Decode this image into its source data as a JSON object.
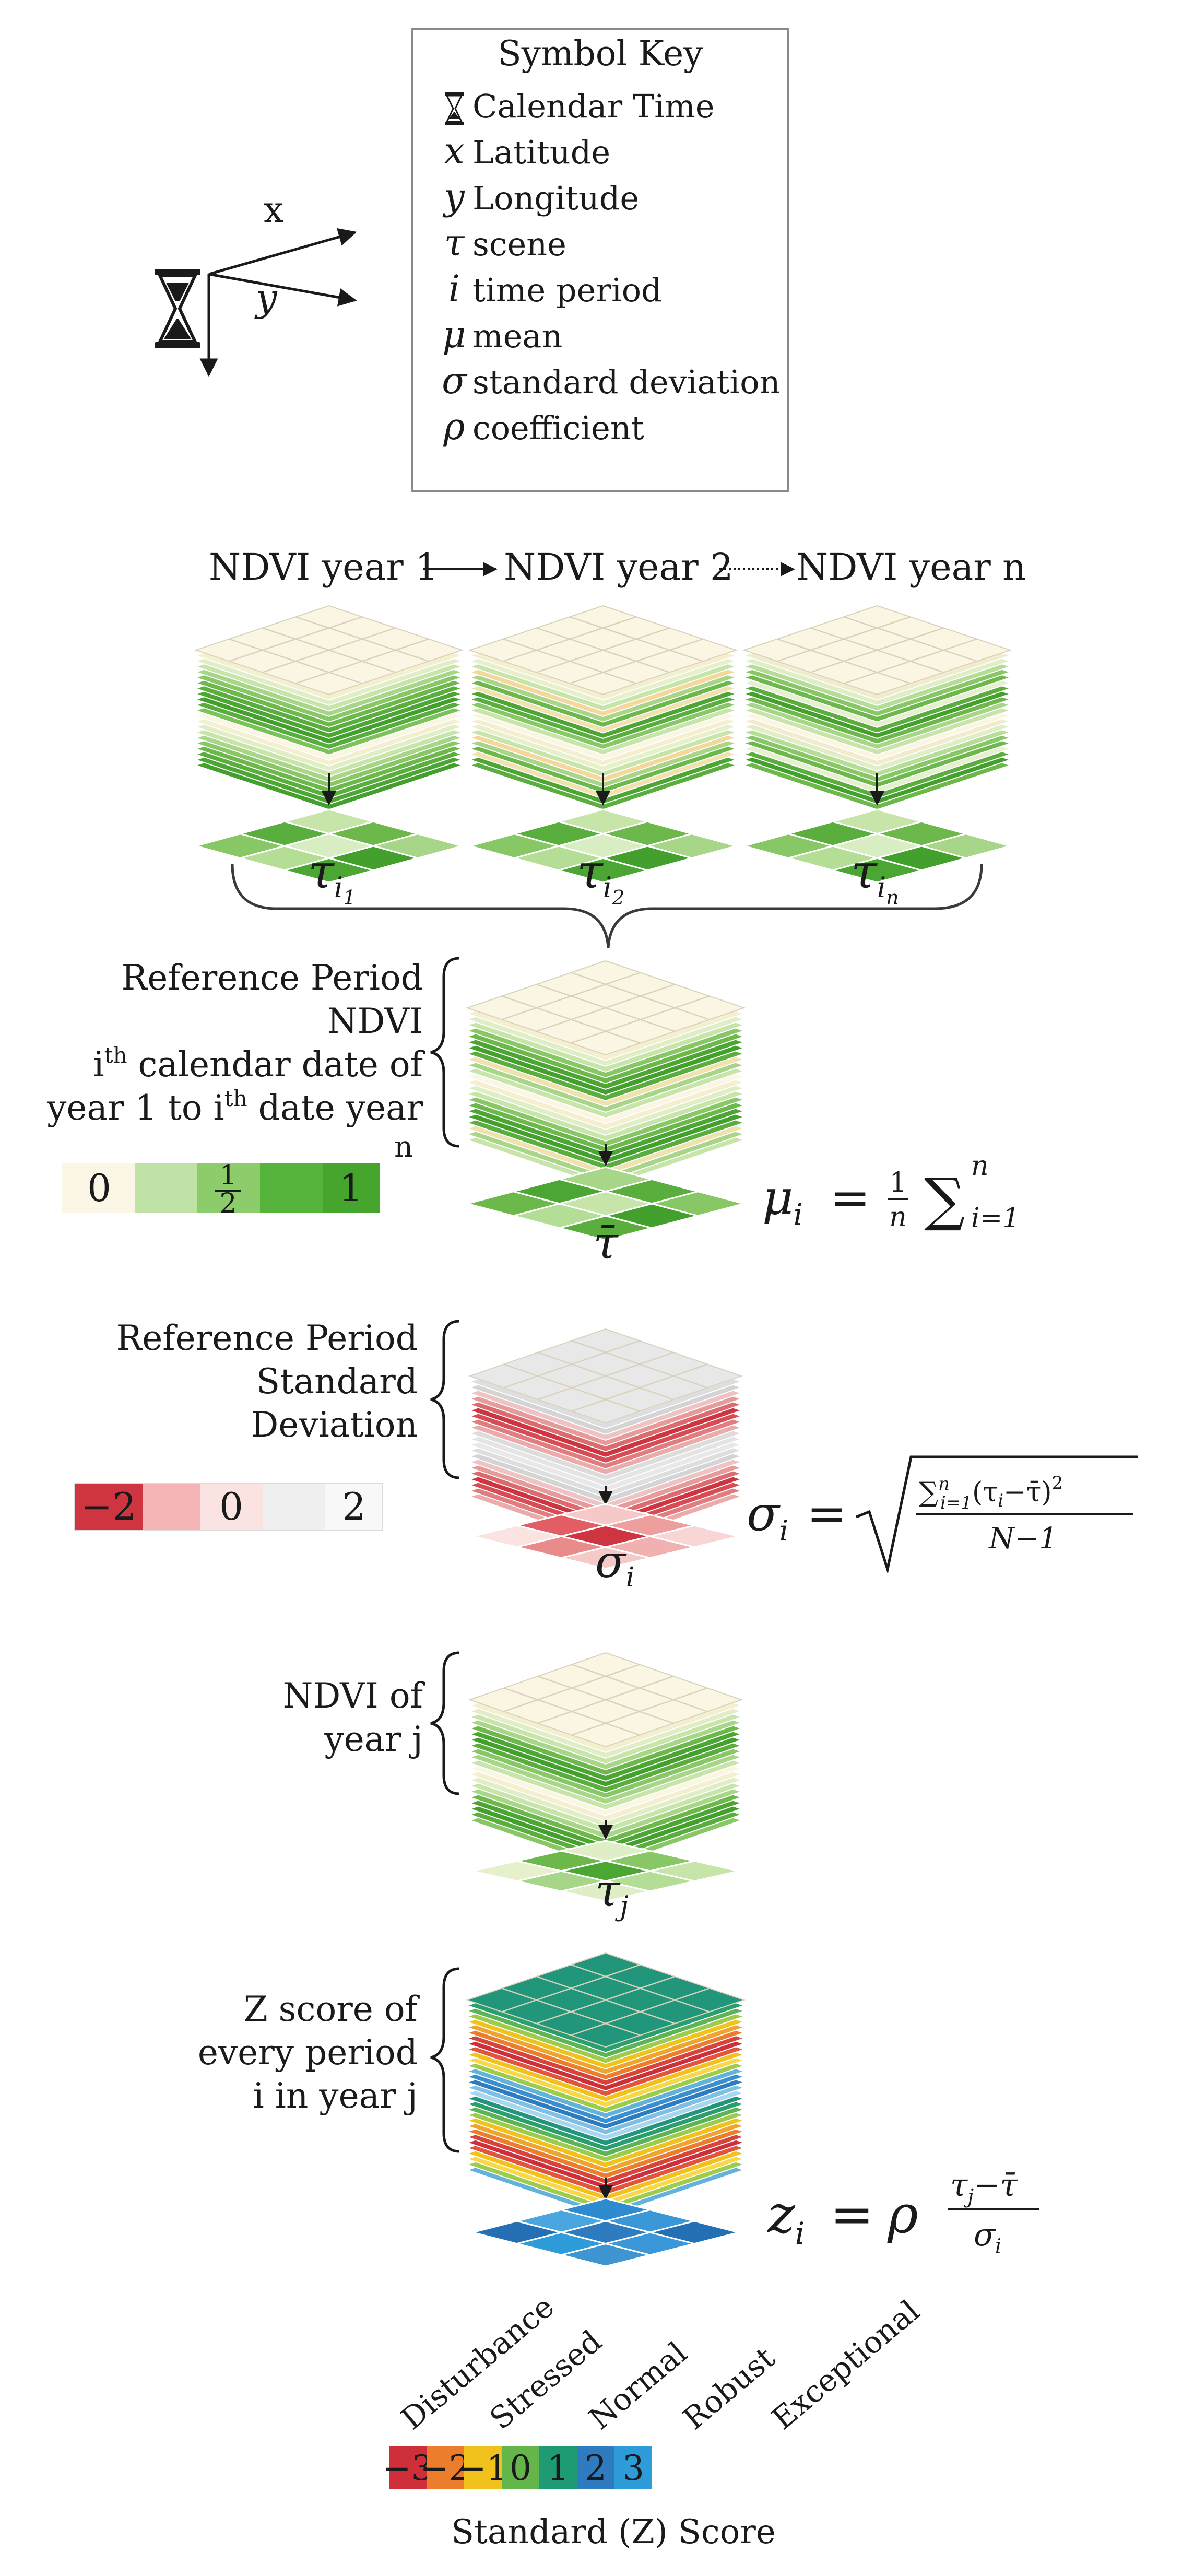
{
  "symbol_key": {
    "title": "Symbol Key",
    "items": [
      {
        "symbol": "",
        "icon": "hourglass-icon",
        "label": "Calendar Time"
      },
      {
        "symbol": "x",
        "label": "Latitude"
      },
      {
        "symbol": "y",
        "label": "Longitude"
      },
      {
        "symbol": "τ",
        "label": "scene"
      },
      {
        "symbol": "i",
        "label": "time period"
      },
      {
        "symbol": "μ",
        "label": "mean"
      },
      {
        "symbol": "σ",
        "label": "standard deviation"
      },
      {
        "symbol": "ρ",
        "label": "coefficient"
      }
    ]
  },
  "axes": {
    "x": "x",
    "y": "y",
    "icon": "hourglass-icon"
  },
  "ndvi_years": {
    "year1": "NDVI year 1",
    "year2": "NDVI year 2",
    "yearn": "NDVI year n"
  },
  "scene_labels": {
    "s1": "τ",
    "s1_sub": "i",
    "s1_subsub": "1",
    "s2": "τ",
    "s2_sub": "i",
    "s2_subsub": "2",
    "sn": "τ",
    "sn_sub": "i",
    "sn_subsub": "n"
  },
  "reference_mean": {
    "caption": [
      "Reference Period",
      "NDVI"
    ],
    "line3": {
      "pre": "i",
      "sup": "th",
      "post": " calendar date of"
    },
    "line4": {
      "pre": "year 1 to i",
      "sup": "th",
      "post": " date year"
    },
    "n_label": "n",
    "legend": [
      {
        "label": "0",
        "color": "#fbf6e6"
      },
      {
        "label": "",
        "color": "#bfe3a6"
      },
      {
        "label": "1",
        "sub": "2",
        "color": "#8dcc6a"
      },
      {
        "label": "",
        "color": "#56b33b"
      },
      {
        "label": "1",
        "color": "#45a52c"
      }
    ],
    "scene": "τ̄",
    "formula": {
      "lhs": "μ",
      "lhs_sub": "i",
      "eq": "=",
      "frac_num": "1",
      "frac_den": "n",
      "sum": "∑",
      "sum_sup": "n",
      "sum_sub": "i=1"
    }
  },
  "reference_sd": {
    "caption": [
      "Reference Period",
      "Standard",
      "Deviation"
    ],
    "legend": [
      {
        "label": "−2",
        "color": "#cf3540"
      },
      {
        "label": "",
        "color": "#f3b5b5"
      },
      {
        "label": "0",
        "color": "#fae3e1"
      },
      {
        "label": "",
        "color": "#efefef"
      },
      {
        "label": "2",
        "color": "#f8f8f8"
      }
    ],
    "scene": "σ",
    "scene_sub": "i",
    "formula": {
      "lhs": "σ",
      "lhs_sub": "i",
      "eq": "=",
      "num": "∑",
      "num_sup": "n",
      "num_sub": "i=1",
      "num_rest": "(τ",
      "num_rest_sub": "i",
      "num_rest2": "−τ̄)",
      "num_pow": "2",
      "den": "N−1"
    }
  },
  "year_j": {
    "caption": [
      "NDVI of",
      "year j"
    ],
    "scene": "τ",
    "scene_sub": "j"
  },
  "z_score": {
    "caption": [
      "Z score of",
      "every period",
      "i in year j"
    ],
    "formula": {
      "lhs": "z",
      "lhs_sub": "i",
      "eq": "=",
      "coef": "ρ",
      "num": "τ",
      "num_sub": "j",
      "num_rest": "−τ̄",
      "den": "σ",
      "den_sub": "i"
    }
  },
  "z_legend": {
    "categories": [
      "Disturbance",
      "Stressed",
      "Normal",
      "Robust",
      "Exceptional"
    ],
    "values": [
      "−3",
      "−2",
      "−1",
      "0",
      "1",
      "2",
      "3"
    ],
    "colors": [
      "#cf2f3a",
      "#eb7d2c",
      "#f1c21b",
      "#64b54a",
      "#1e9b74",
      "#2f7bbf",
      "#2d9cd8"
    ],
    "title": "Standard (Z) Score"
  }
}
